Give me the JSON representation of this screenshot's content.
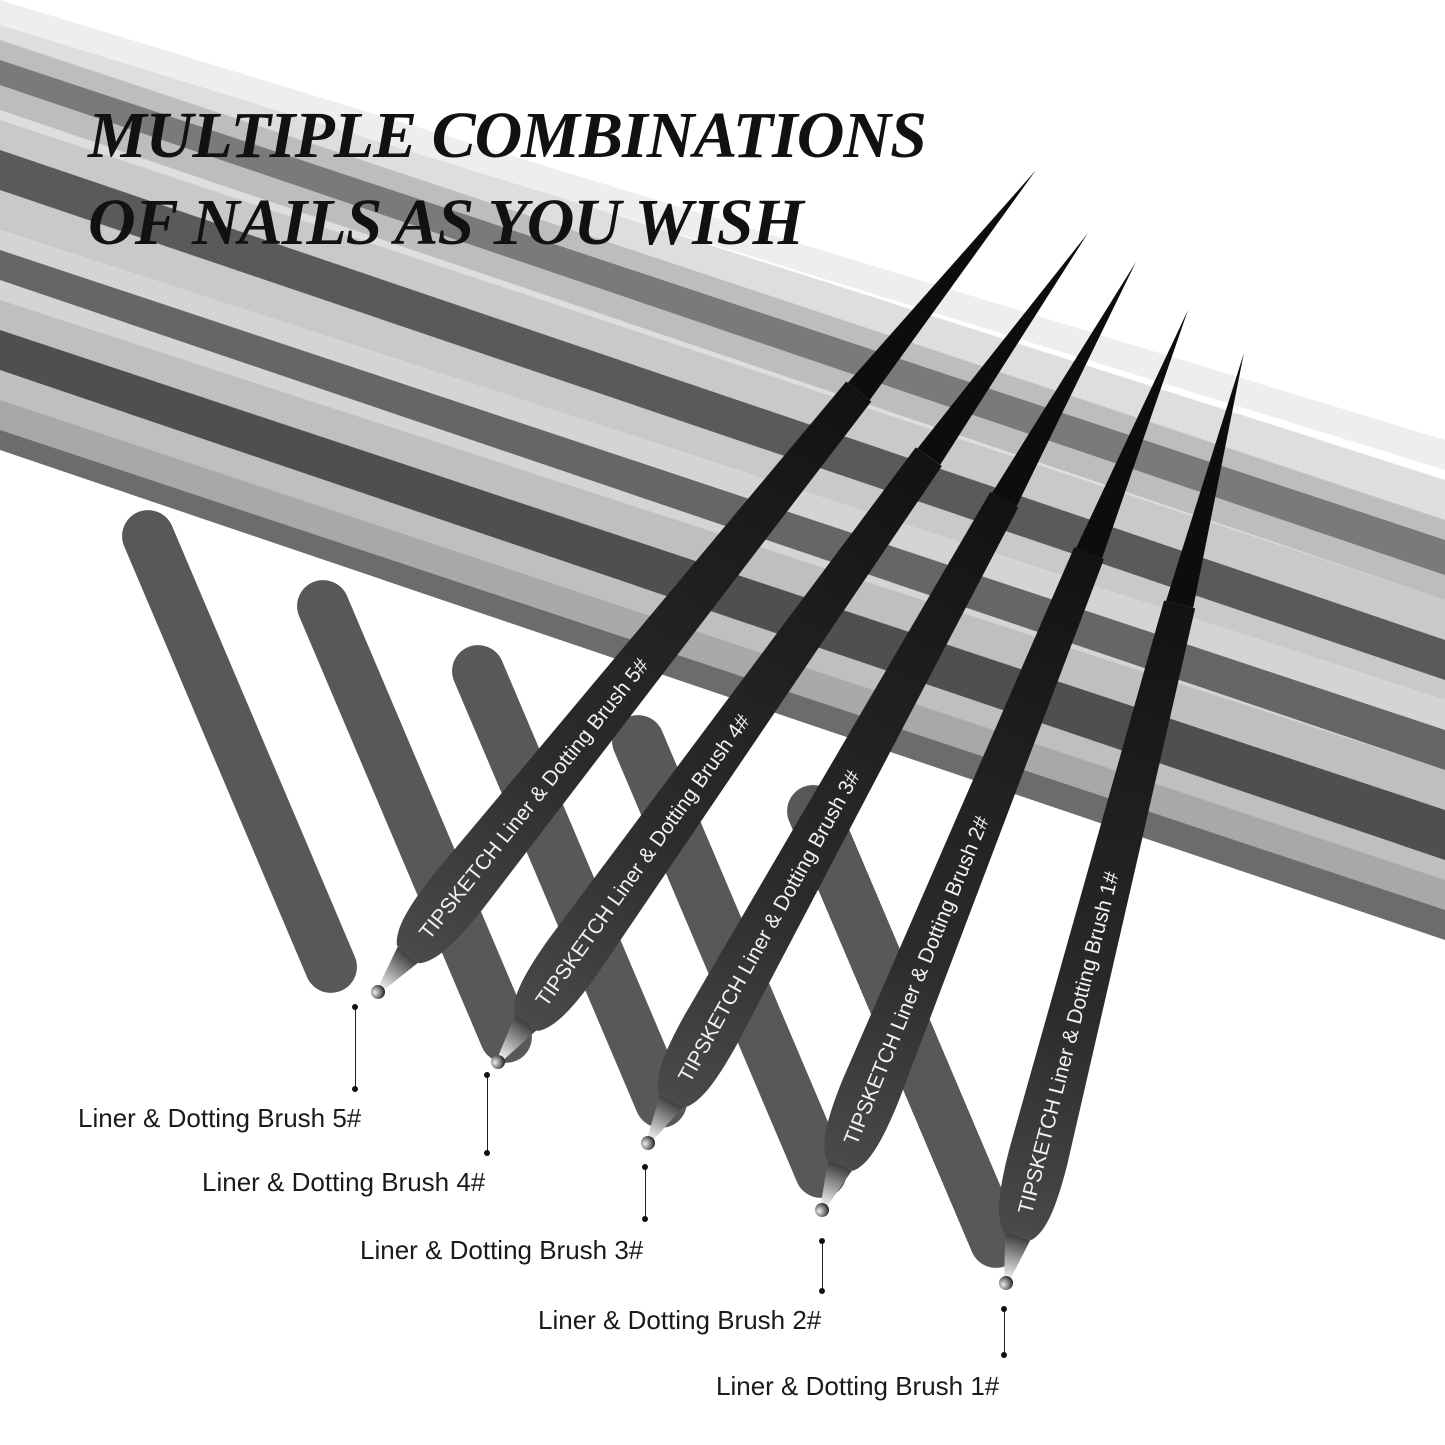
{
  "headline": {
    "line1": "MULTIPLE COMBINATIONS",
    "line2": "OF NAILS AS YOU WISH"
  },
  "brushes": [
    {
      "handle_text": "TIPSKETCH Liner & Dotting Brush 5#",
      "label": "Liner & Dotting Brush 5#"
    },
    {
      "handle_text": "TIPSKETCH Liner & Dotting Brush 4#",
      "label": "Liner & Dotting Brush 4#"
    },
    {
      "handle_text": "TIPSKETCH Liner & Dotting Brush 3#",
      "label": "Liner & Dotting Brush 3#"
    },
    {
      "handle_text": "TIPSKETCH Liner & Dotting Brush 2#",
      "label": "Liner & Dotting Brush 2#"
    },
    {
      "handle_text": "TIPSKETCH Liner & Dotting Brush 1#",
      "label": "Liner & Dotting Brush 1#"
    }
  ],
  "colors": {
    "background": "#ffffff",
    "headline": "#111111",
    "handle": "#2a2a2a",
    "label": "#1a1a1a"
  }
}
